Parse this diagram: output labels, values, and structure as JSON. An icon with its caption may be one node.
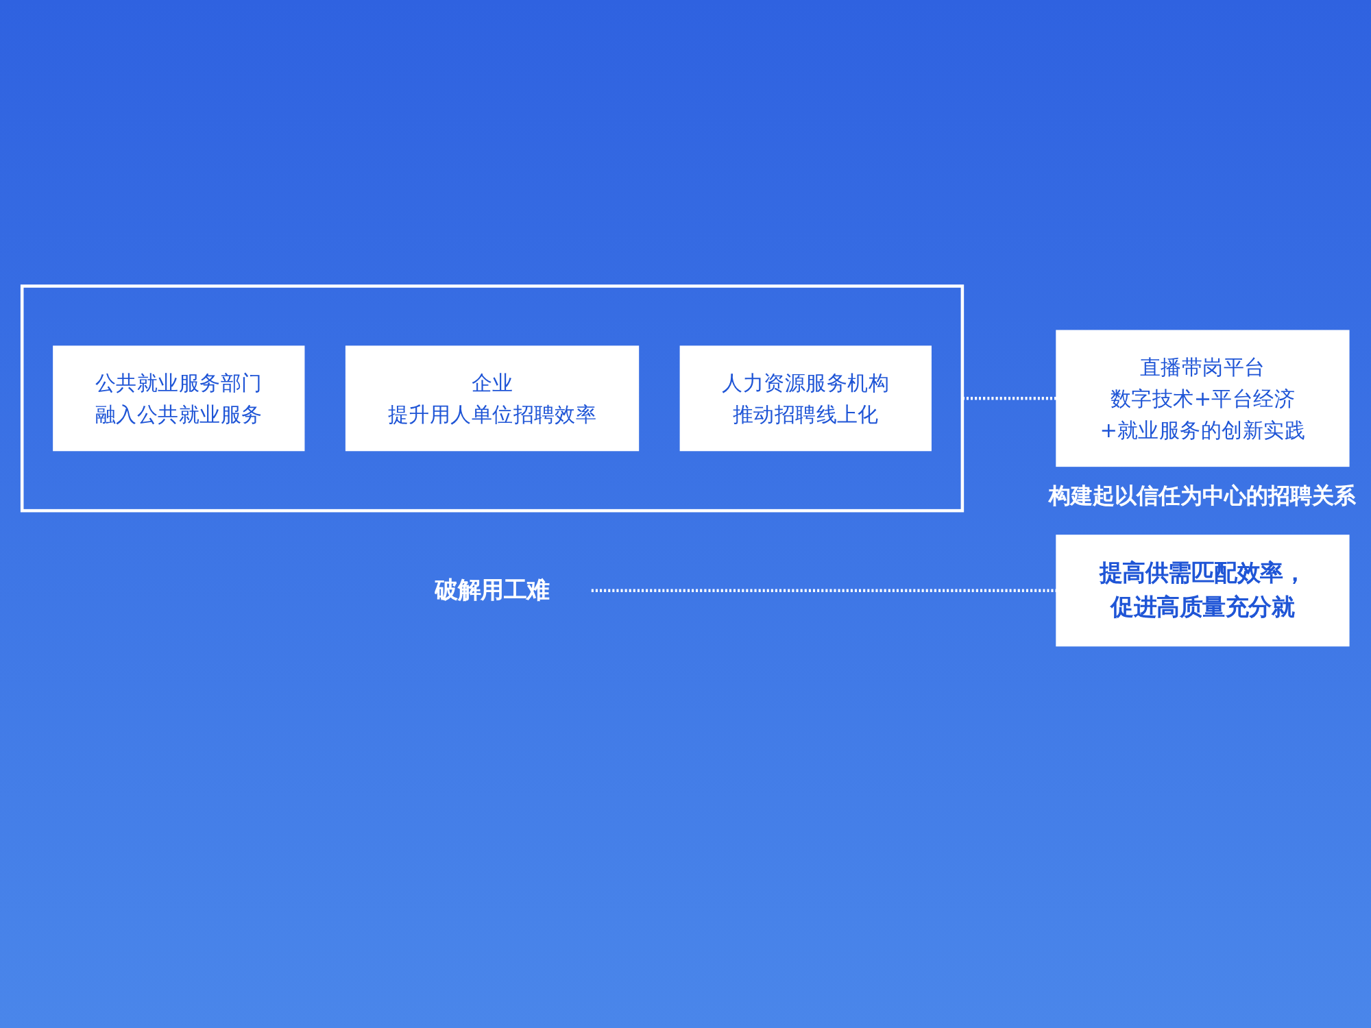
{
  "diagram": {
    "nodes": [
      {
        "text": [
          "破解用工难"
        ]
      },
      {
        "text": [
          "提高供需匹配效率，促进高质量充分就"
        ]
      },
      {
        "text": [],
        "shape": "box"
      },
      {
        "text": [
          "公共就业服务部门",
          "融入公共就业服务"
        ],
        "in": 2
      },
      {
        "text": [
          "企业",
          "提升用人单位招聘效率"
        ],
        "in": 2
      },
      {
        "text": [
          "人力资源服务机构",
          "推动招聘线上化"
        ],
        "in": 2
      },
      {
        "text": [
          "直播带岗平台",
          "数字技术+平台经济+就业服务的创新实践"
        ],
        "beside": [
          "构建起以信任为中心的招聘关系"
        ]
      }
    ],
    "edges": [
      {
        "from": 0,
        "to": 1,
        "arrow": "none",
        "style": "dashed"
      },
      {
        "from": 2,
        "to": 6,
        "arrow": "none",
        "style": "dashed"
      }
    ]
  }
}
